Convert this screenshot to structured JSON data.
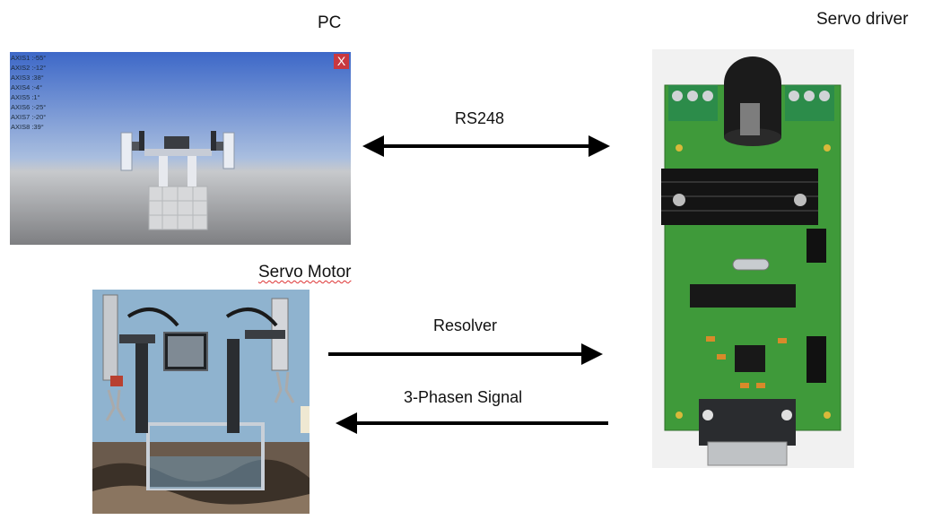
{
  "labels": {
    "pc": "PC",
    "servo_driver": "Servo driver",
    "servo_motor": "Servo Motor"
  },
  "connections": {
    "rs": "RS248",
    "resolver": "Resolver",
    "phase": "3-Phasen Signal"
  },
  "pc_screen": {
    "axes": [
      "AXIS1 :-55°",
      "AXIS2 :-12°",
      "AXIS3 :38°",
      "AXIS4 :-4°",
      "AXIS5 :1°",
      "AXIS6 :-25°",
      "AXIS7 :-20°",
      "AXIS8 :39°"
    ],
    "close_label": "X"
  },
  "colors": {
    "arrow": "#000000",
    "pcb_green": "#3f9a3a",
    "sky": "#3f6fd0"
  }
}
